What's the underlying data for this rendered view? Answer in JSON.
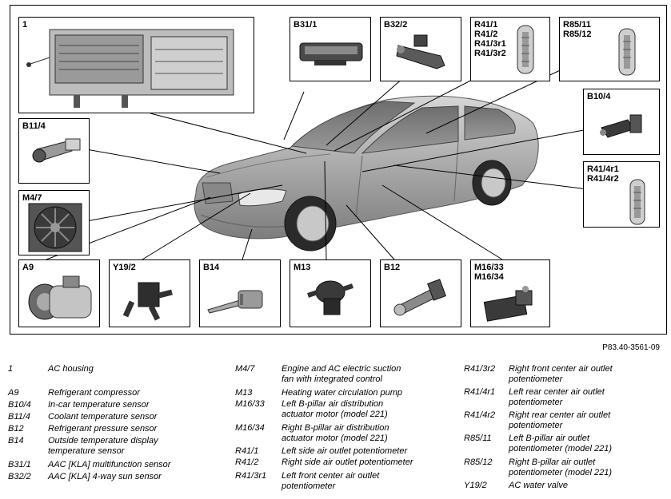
{
  "diagram": {
    "boxes": [
      {
        "id": "1",
        "label": "1"
      },
      {
        "id": "B31_1",
        "label": "B31/1"
      },
      {
        "id": "B32_2",
        "label": "B32/2"
      },
      {
        "id": "R41_group",
        "label": "R41/1\nR41/2\nR41/3r1\nR41/3r2"
      },
      {
        "id": "R85_group",
        "label": "R85/11\nR85/12"
      },
      {
        "id": "B10_4",
        "label": "B10/4"
      },
      {
        "id": "R41_4_group",
        "label": "R41/4r1\nR41/4r2"
      },
      {
        "id": "B11_4",
        "label": "B11/4"
      },
      {
        "id": "M4_7",
        "label": "M4/7"
      },
      {
        "id": "A9",
        "label": "A9"
      },
      {
        "id": "Y19_2",
        "label": "Y19/2"
      },
      {
        "id": "B14",
        "label": "B14"
      },
      {
        "id": "M13",
        "label": "M13"
      },
      {
        "id": "B12",
        "label": "B12"
      },
      {
        "id": "M16_group",
        "label": "M16/33\nM16/34"
      }
    ]
  },
  "doc_ref": "P83.40-3561-09",
  "legend": {
    "col1": [
      {
        "code": "1",
        "desc": "AC housing"
      },
      {
        "code": "A9",
        "desc": "Refrigerant compressor"
      },
      {
        "code": "B10/4",
        "desc": "In-car temperature sensor"
      },
      {
        "code": "B11/4",
        "desc": "Coolant temperature sensor"
      },
      {
        "code": "B12",
        "desc": "Refrigerant pressure sensor"
      },
      {
        "code": "B14",
        "desc": "Outside temperature display\ntemperature sensor"
      },
      {
        "code": "B31/1",
        "desc": "AAC [KLA] multifunction sensor"
      },
      {
        "code": "B32/2",
        "desc": "AAC [KLA] 4-way sun sensor"
      }
    ],
    "col2": [
      {
        "code": "M4/7",
        "desc": "Engine and AC electric suction\nfan with integrated control"
      },
      {
        "code": "M13",
        "desc": "Heating water circulation pump"
      },
      {
        "code": "M16/33",
        "desc": "Left B-pillar air distribution\nactuator motor (model 221)"
      },
      {
        "code": "M16/34",
        "desc": "Right B-pillar air distribution\nactuator motor (model 221)"
      },
      {
        "code": "R41/1",
        "desc": "Left side air outlet potentiometer"
      },
      {
        "code": "R41/2",
        "desc": "Right side air outlet potentiometer"
      },
      {
        "code": "R41/3r1",
        "desc": "Left front center air outlet\npotentiometer"
      }
    ],
    "col3": [
      {
        "code": "R41/3r2",
        "desc": "Right front center air outlet\npotentiometer"
      },
      {
        "code": "R41/4r1",
        "desc": "Left rear center air outlet\npotentiometer"
      },
      {
        "code": "R41/4r2",
        "desc": "Right rear center air outlet\npotentiometer"
      },
      {
        "code": "R85/11",
        "desc": "Left B-pillar air outlet\npotentiometer (model 221)"
      },
      {
        "code": "R85/12",
        "desc": "Right B-pillar air outlet\npotentiometer (model 221)"
      },
      {
        "code": "Y19/2",
        "desc": "AC water valve"
      }
    ]
  }
}
